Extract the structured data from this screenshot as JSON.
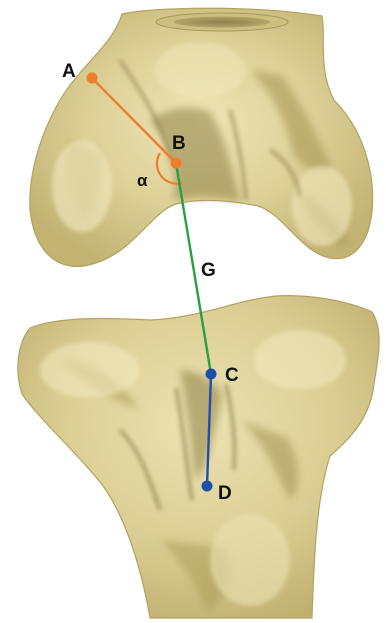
{
  "diagram": {
    "points": {
      "A": {
        "label": "A",
        "color": "#ee7d2c"
      },
      "B": {
        "label": "B",
        "color": "#ee7d2c"
      },
      "C": {
        "label": "C",
        "color": "#1f4fa8"
      },
      "D": {
        "label": "D",
        "color": "#1f4fa8"
      }
    },
    "segments": {
      "AB": {
        "color": "#ee7d2c"
      },
      "G": {
        "label": "G",
        "color": "#27a046"
      },
      "CD": {
        "color": "#1f4fa8"
      }
    },
    "angle": {
      "label": "α",
      "color": "#ee7d2c"
    },
    "bone_colors": {
      "base": "#d8cb8c",
      "light": "#ece2b0",
      "shadow": "#9b8c4e",
      "edge": "#b7a867"
    }
  }
}
